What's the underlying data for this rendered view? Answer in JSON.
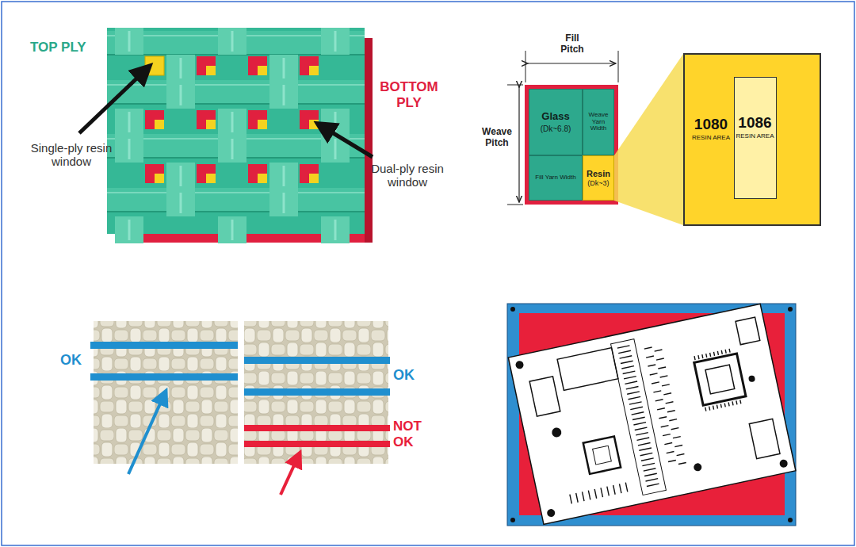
{
  "diagram": {
    "nodes": [
      {
        "text": [
          "Glass",
          "(Dk~6.8)"
        ]
      },
      {
        "text": [
          "Weave Yarn Width"
        ]
      },
      {
        "text": [
          "Fill Yarn Width"
        ]
      },
      {
        "text": [
          "Resin",
          "(Dk~3)"
        ]
      },
      {
        "text": [
          "1080",
          "RESIN AREA"
        ]
      },
      {
        "text": [
          "1086",
          "RESIN AREA"
        ],
        "in": 4
      }
    ],
    "edges": [
      {
        "from": 3,
        "to": 4,
        "arrow": "none"
      }
    ],
    "labels": [
      "TOP PLY",
      "BOTTOM PLY",
      "Single-ply resin window",
      "Dual-ply resin window",
      "Fill Pitch",
      "Weave Pitch",
      "OK",
      "OK",
      "NOT OK"
    ]
  }
}
